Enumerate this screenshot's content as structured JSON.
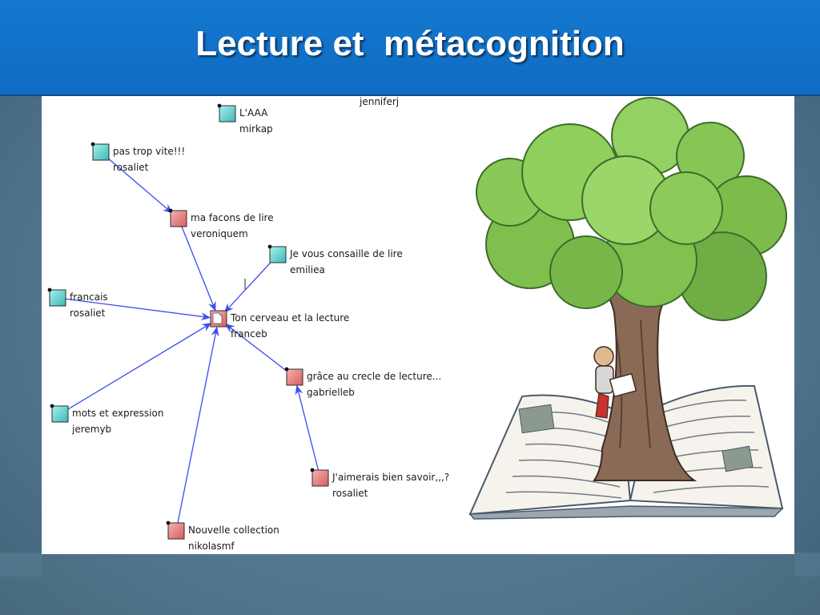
{
  "slide": {
    "title": "Lecture et  métacognition",
    "colors": {
      "header": "#1478cf",
      "background": "#3d6178",
      "node_cyan": "#62d0cf",
      "node_red": "#e87f7f",
      "arrow": "#3a4cf0"
    }
  },
  "diagram": {
    "center": {
      "id": "center",
      "title": "Ton cerveau et la lecture",
      "author": "franceb",
      "color": "red"
    },
    "nodes": [
      {
        "id": "n1",
        "title": "L'AAA",
        "author": "mirkap",
        "color": "cyan",
        "links_to_center": false
      },
      {
        "id": "n2",
        "title": "",
        "author": "jenniferj",
        "color": "none",
        "links_to_center": false
      },
      {
        "id": "n3",
        "title": "pas trop vite!!!",
        "author": "rosaliet",
        "color": "cyan",
        "links_to": "n4"
      },
      {
        "id": "n4",
        "title": "ma facons de lire",
        "author": "veroniquem",
        "color": "red",
        "links_to": "center"
      },
      {
        "id": "n5",
        "title": "Je vous consaille de lire",
        "author": "emiliea",
        "color": "cyan",
        "links_to": "center"
      },
      {
        "id": "n6",
        "title": "francais",
        "author": "rosaliet",
        "color": "cyan",
        "links_to": "center"
      },
      {
        "id": "n7",
        "title": "grâce au crecle de lecture...",
        "author": "gabrielleb",
        "color": "red",
        "links_to": "center"
      },
      {
        "id": "n8",
        "title": "mots et  expression",
        "author": "jeremyb",
        "color": "cyan",
        "links_to": "center"
      },
      {
        "id": "n9",
        "title": "J'aimerais bien savoir,,,?",
        "author": "rosaliet",
        "color": "red",
        "links_to": "n7"
      },
      {
        "id": "n10",
        "title": "Nouvelle collection",
        "author": "nikolasmf",
        "color": "red",
        "links_to": "center"
      }
    ]
  },
  "illustration": {
    "icon": "tree-on-open-book-illustration"
  }
}
